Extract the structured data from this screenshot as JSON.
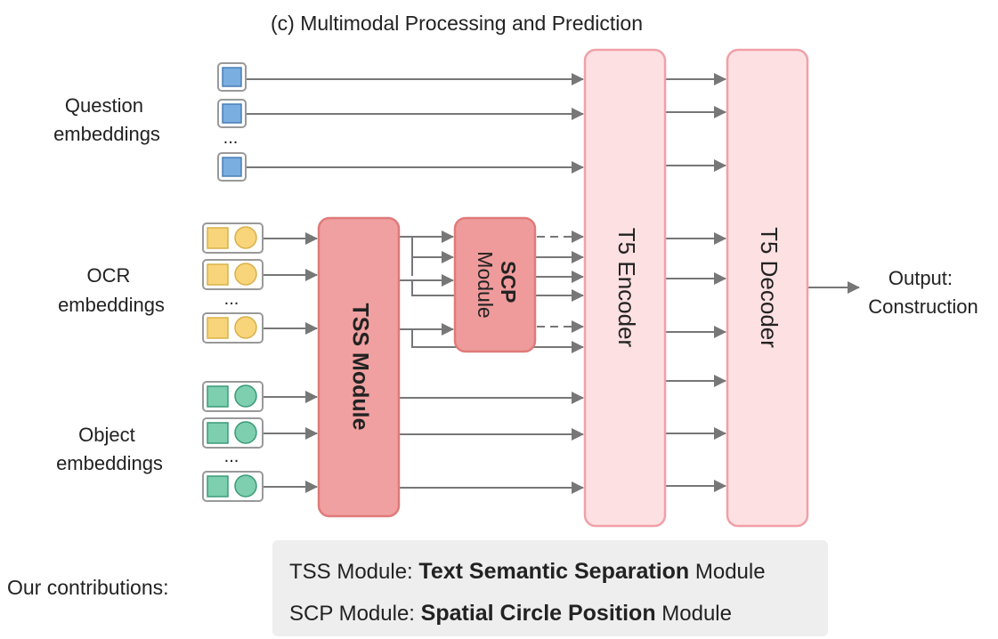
{
  "title": "(c) Multimodal Processing and Prediction",
  "inputs": {
    "question": {
      "line1": "Question",
      "line2": "embeddings"
    },
    "ocr": {
      "line1": "OCR",
      "line2": "embeddings"
    },
    "object": {
      "line1": "Object",
      "line2": "embeddings"
    },
    "ellipsis": "..."
  },
  "modules": {
    "tss": "TSS Module",
    "scp_line1": "SCP",
    "scp_line2": "Module",
    "encoder": "T5 Encoder",
    "decoder": "T5 Decoder"
  },
  "output": {
    "line1": "Output:",
    "line2": "Construction"
  },
  "contributions": {
    "label": "Our contributions:",
    "tss": {
      "prefix": "TSS Module: ",
      "bold": "Text Semantic Separation",
      "suffix": " Module"
    },
    "scp": {
      "prefix": "SCP Module: ",
      "bold": "Spatial Circle Position",
      "suffix": " Module"
    }
  },
  "colors": {
    "question_square": "#7aaee0",
    "ocr_shape": "#f8d57a",
    "object_shape": "#7dcfb0",
    "tss_fill": "#f0a0a0",
    "scp_fill": "#ef9b9b",
    "t5_fill": "#fde0e2",
    "arrow": "#777777"
  }
}
